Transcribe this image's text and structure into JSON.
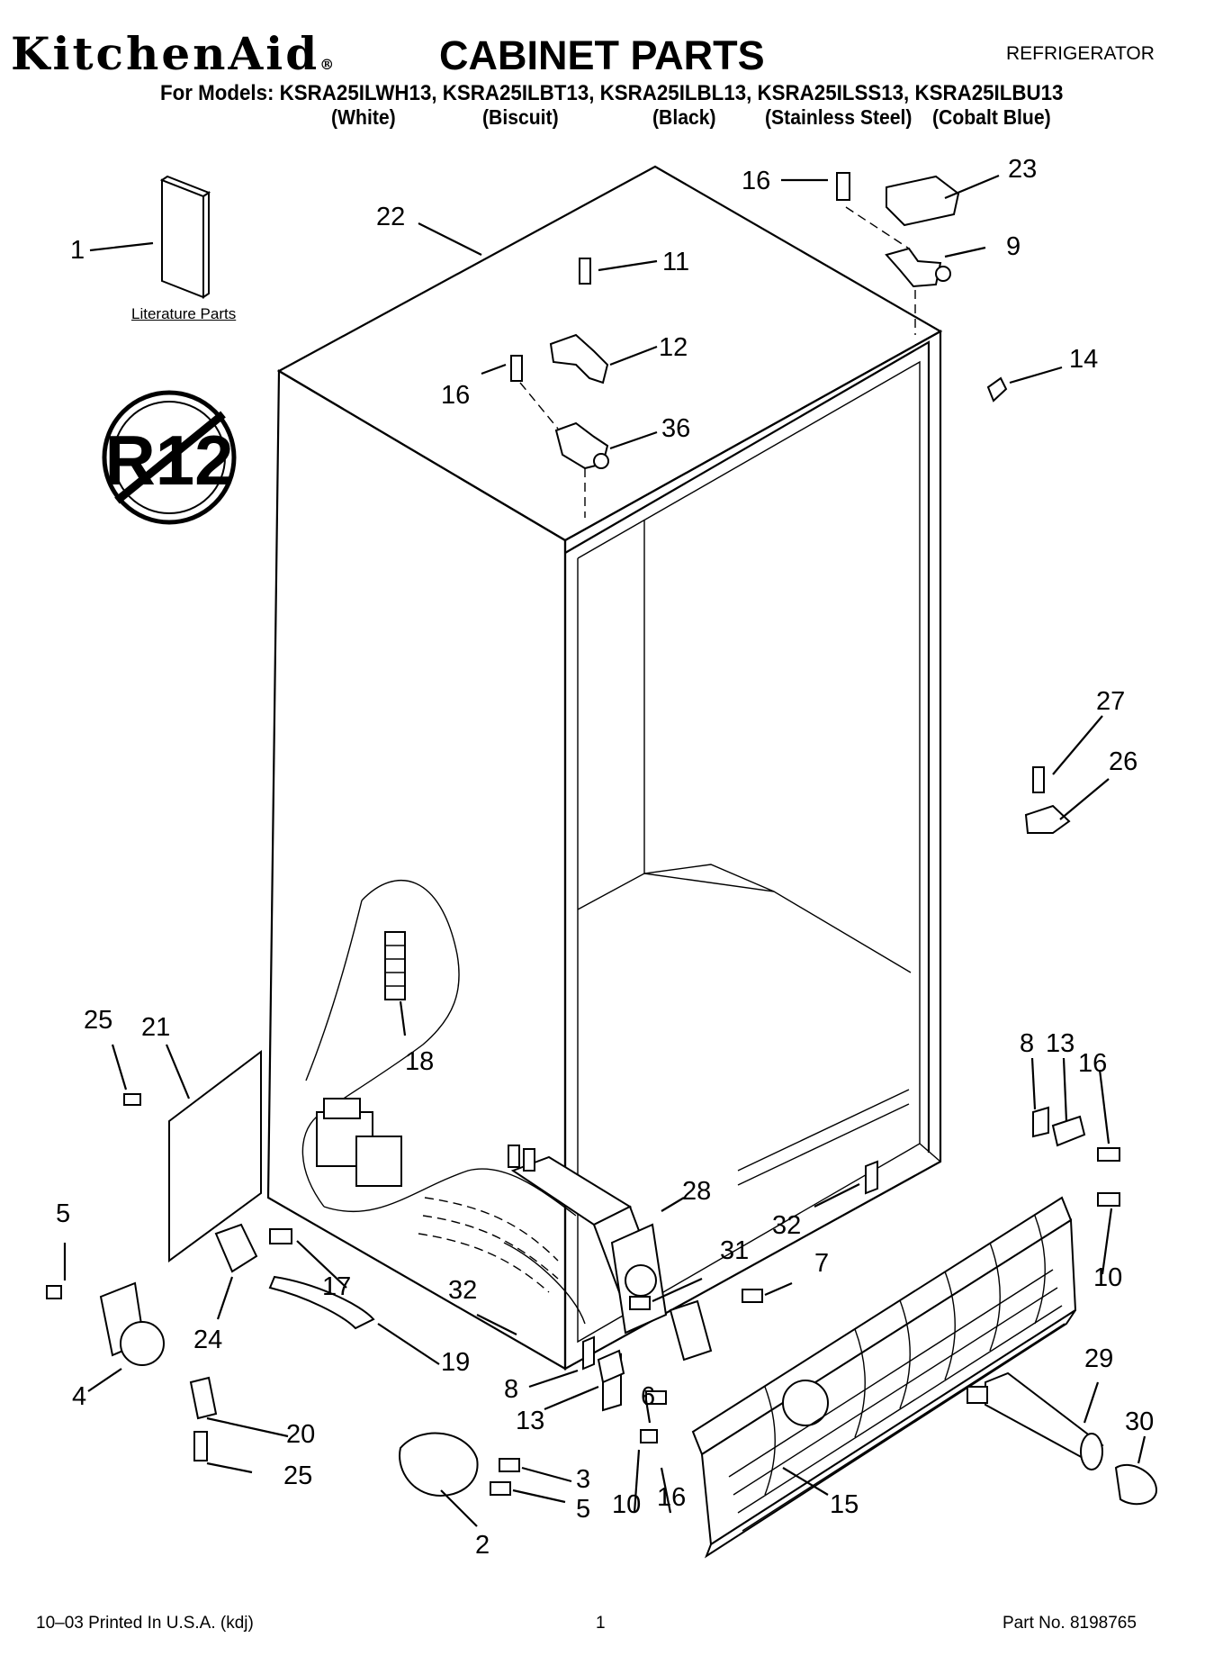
{
  "header": {
    "brand": "KitchenAid",
    "brand_mark": "®",
    "title": "CABINET PARTS",
    "category": "REFRIGERATOR",
    "models_line": "For Models: KSRA25ILWH13, KSRA25ILBT13, KSRA25ILBL13, KSRA25ILSS13, KSRA25ILBU13",
    "colors": [
      "(White)",
      "(Biscuit)",
      "(Black)",
      "(Stainless Steel)",
      "(Cobalt Blue)"
    ]
  },
  "literature_label": "Literature Parts",
  "no_r12_symbol": "R12",
  "callouts": [
    "1",
    "22",
    "16",
    "23",
    "9",
    "11",
    "12",
    "16",
    "14",
    "36",
    "27",
    "26",
    "25",
    "21",
    "18",
    "8",
    "13",
    "16",
    "28",
    "32",
    "31",
    "7",
    "10",
    "5",
    "17",
    "32",
    "24",
    "19",
    "29",
    "30",
    "4",
    "8",
    "13",
    "6",
    "20",
    "3",
    "25",
    "5",
    "10",
    "16",
    "15",
    "2"
  ],
  "footer": {
    "left": "10–03 Printed In U.S.A. (kdj)",
    "page": "1",
    "part_no": "Part No. 8198765"
  },
  "colors": {
    "ink": "#000000",
    "paper": "#ffffff"
  }
}
